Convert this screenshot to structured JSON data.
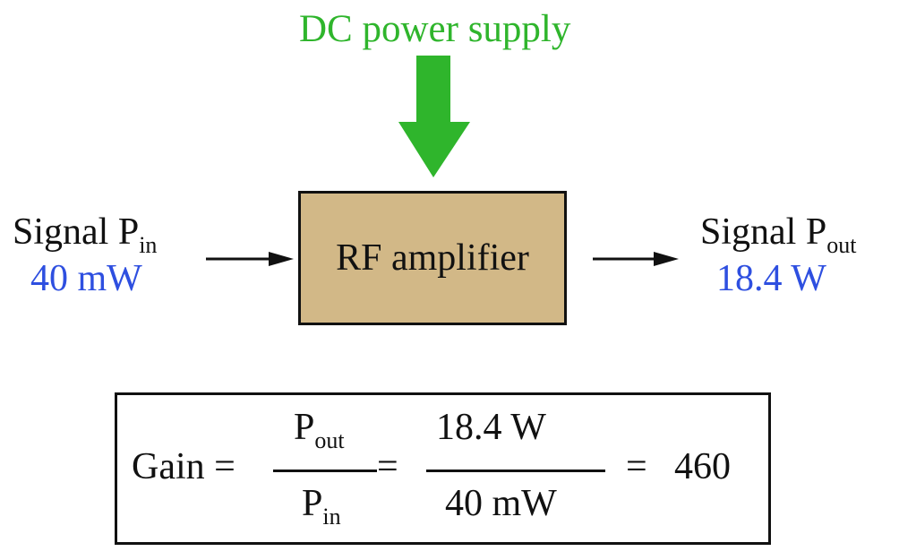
{
  "diagram": {
    "power_label": "DC power supply",
    "amplifier_label": "RF amplifier",
    "input": {
      "label": "Signal P",
      "subscript": "in",
      "value": "40 mW"
    },
    "output": {
      "label": "Signal P",
      "subscript": "out",
      "value": "18.4 W"
    },
    "colors": {
      "power": "#2fb52c",
      "values": "#2e4fe0",
      "amplifier_fill": "#d2b887"
    }
  },
  "formula": {
    "lhs": "Gain =",
    "frac1_num_base": "P",
    "frac1_num_sub": "out",
    "frac1_den_base": "P",
    "frac1_den_sub": "in",
    "eq1": "=",
    "frac2_num": "18.4 W",
    "frac2_den": "40 mW",
    "eq2": "=",
    "result": "460"
  }
}
